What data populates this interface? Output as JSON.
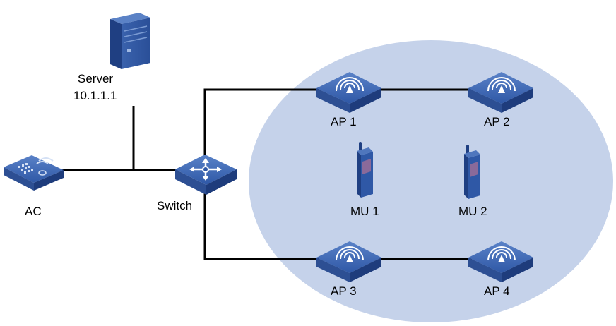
{
  "labels": {
    "server_name": "Server",
    "server_ip": "10.1.1.1",
    "ac": "AC",
    "switch": "Switch",
    "switch_badge": "SWITCH",
    "ap1": "AP 1",
    "ap2": "AP 2",
    "ap3": "AP 3",
    "ap4": "AP 4",
    "mu1": "MU 1",
    "mu2": "MU 2"
  },
  "colors": {
    "coverage_area": "#c5d2ea",
    "device_top": "#3b63ad",
    "device_side": "#1f3f82",
    "link": "#000000"
  },
  "icons": {
    "server": "server-tower-icon",
    "ac": "access-controller-icon",
    "switch": "switch-arrows-icon",
    "ap": "wireless-ap-icon",
    "mu": "mobile-handset-icon"
  }
}
